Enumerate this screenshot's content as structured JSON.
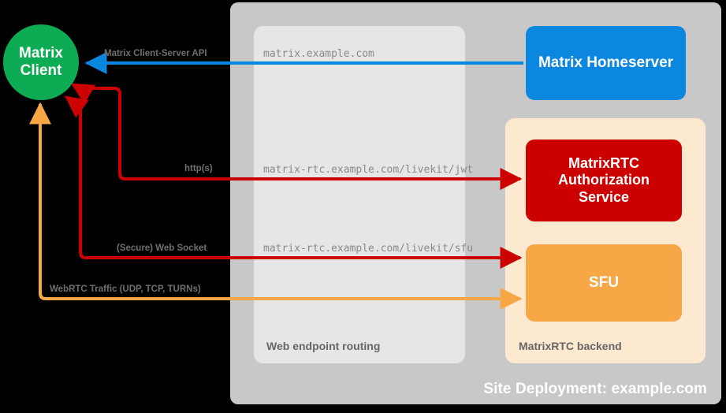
{
  "diagram": {
    "title": "MatrixRTC site deployment diagram",
    "site": {
      "label": "Site Deployment: example.com",
      "color": "#c8c8c8"
    },
    "routing": {
      "label": "Web endpoint routing",
      "color": "#e6e6e6"
    },
    "backend": {
      "label": "MatrixRTC backend",
      "color": "#fde8d0"
    },
    "nodes": {
      "client": {
        "label": "Matrix\nClient",
        "line1": "Matrix",
        "line2": "Client",
        "color": "#0dab54"
      },
      "homeserver": {
        "label": "Matrix Homeserver",
        "color": "#0b87e0"
      },
      "auth": {
        "line1": "MatrixRTC",
        "line2": "Authorization",
        "line3": "Service",
        "color": "#cc0000"
      },
      "sfu": {
        "label": "SFU",
        "color": "#f7a746"
      }
    },
    "edges": [
      {
        "name": "matrix-client-server-api",
        "label": "Matrix Client-Server API",
        "endpoint": "matrix.example.com",
        "color": "#0b87e0",
        "direction": "homeserver-to-client"
      },
      {
        "name": "http-s",
        "label": "http(s)",
        "endpoint": "matrix-rtc.example.com/livekit/jwt",
        "color": "#cc0000",
        "direction": "bidirectional"
      },
      {
        "name": "secure-web-socket",
        "label": "(Secure) Web Socket",
        "endpoint": "matrix-rtc.example.com/livekit/sfu",
        "color": "#cc0000",
        "direction": "bidirectional"
      },
      {
        "name": "webrtc-traffic",
        "label": "WebRTC Traffic (UDP, TCP, TURNs)",
        "endpoint": "",
        "color": "#f7a746",
        "direction": "bidirectional"
      }
    ]
  }
}
